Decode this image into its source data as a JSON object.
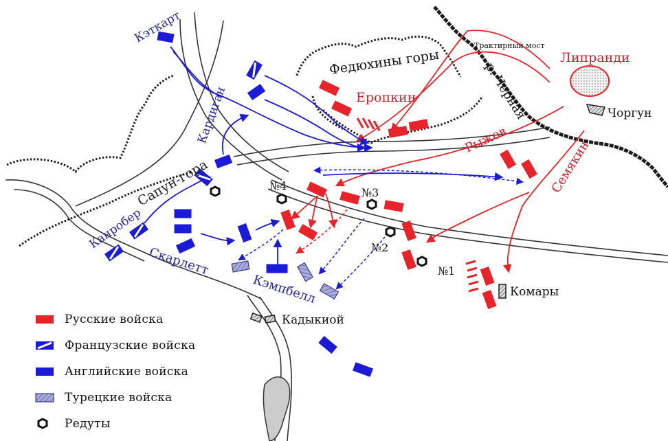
{
  "colors": {
    "russian": "#e8232a",
    "russian_text": "#c8262c",
    "allied": "#1a1ad8",
    "allied_text": "#2a2a9c",
    "turkish_fill": "#a9acd8",
    "outline": "#222222"
  },
  "labels": {
    "cathcart": "Кэткарт",
    "cardigan": "Кардиган",
    "sapun": "Сапун-гора",
    "canrobert": "Канробер",
    "scarlett": "Скарлетт",
    "campbell": "Кэмпбелл",
    "fedyukhin": "Федюхины горы",
    "tavern_bridge": "Трактирный мост",
    "river": "р. Черная",
    "liprandi": "Липранди",
    "eropkin": "Еропкин",
    "ryzhov": "Рыжов",
    "semyakin": "Семякин",
    "chorgun": "Чоргун",
    "komary": "Комары",
    "kadykioi": "Кадыкиой",
    "r4": "№4",
    "r3": "№3",
    "r2": "№2",
    "r1": "№1"
  },
  "legend": [
    {
      "label": "Русские войска",
      "symbol": "russian"
    },
    {
      "label": "Французские войска",
      "symbol": "french"
    },
    {
      "label": "Английские войска",
      "symbol": "english"
    },
    {
      "label": "Турецкие войска",
      "symbol": "turkish"
    },
    {
      "label": "Редуты",
      "symbol": "redoubt"
    }
  ]
}
